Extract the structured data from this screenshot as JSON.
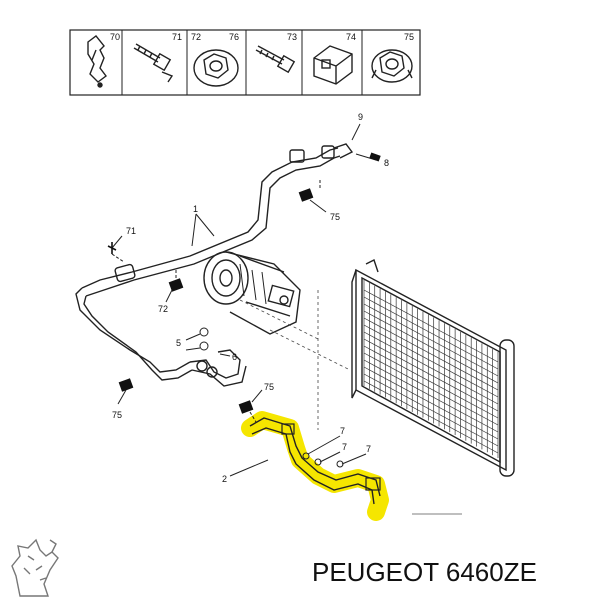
{
  "legend": {
    "items": [
      {
        "number": "70",
        "icon": "clip-icon"
      },
      {
        "number": "71",
        "icon": "bolt-icon"
      },
      {
        "number": "72",
        "icon": "nut-washer-icon"
      },
      {
        "number": "76",
        "icon": "nut-washer-icon"
      },
      {
        "number": "73",
        "icon": "screw-icon"
      },
      {
        "number": "74",
        "icon": "cage-nut-icon"
      },
      {
        "number": "75",
        "icon": "flange-nut-icon"
      }
    ]
  },
  "callouts": {
    "c1": "1",
    "c2": "2",
    "c5": "5",
    "c6": "6",
    "c7a": "7",
    "c7b": "7",
    "c7c": "7",
    "c8": "8",
    "c9": "9",
    "c71": "71",
    "c72": "72",
    "c75a": "75",
    "c75b": "75",
    "c75c": "75"
  },
  "highlight_color": "#f5e600",
  "part_number": "PEUGEOT 6460ZE",
  "brand_logo": "peugeot-lion-logo"
}
